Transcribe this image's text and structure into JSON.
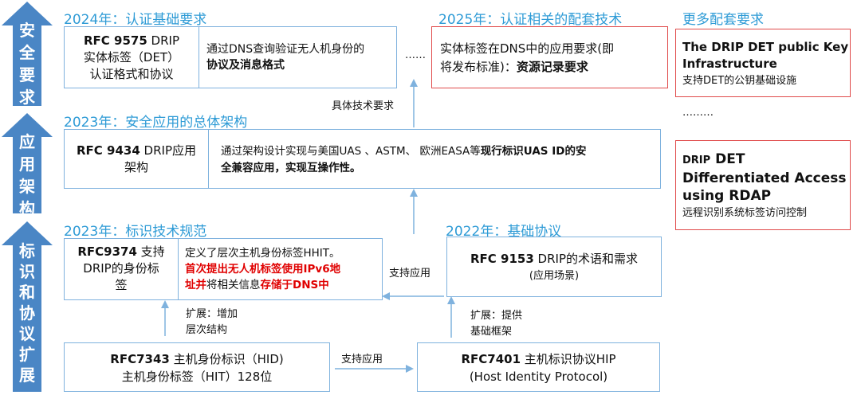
{
  "colors": {
    "accent": "#2e9bd6",
    "arrow": "#4a86c5",
    "box_border": "#7fb2de",
    "red": "#e00000",
    "red_border": "#e04b4b"
  },
  "side": {
    "security_chars": [
      "安",
      "全",
      "要",
      "求"
    ],
    "app_chars": [
      "应",
      "用",
      "架",
      "构"
    ],
    "id_chars": [
      "标",
      "识",
      "和",
      "协",
      "议",
      "扩",
      "展"
    ]
  },
  "titles": {
    "t2024": "2024年：认证基础要求",
    "t2025": "2025年：认证相关的配套技术",
    "more": "更多配套要求",
    "t2023_app": "2023年：安全应用的总体架构",
    "t2023_id": "2023年：标识技术规范",
    "t2022": "2022年：基础协议"
  },
  "rfc9575": {
    "name_bold": "RFC 9575",
    "name_rest": " DRIP",
    "line2": "实体标签（DET）",
    "line3": "认证格式和协议",
    "desc1": "通过DNS查询验证无人机身份的",
    "desc2": "协议及消息格式"
  },
  "ellipsis_mid": "……",
  "dns_box": {
    "line1": "实体标签在DNS中的应用要求(即",
    "line2_normal": "将发布标准)：",
    "line2_bold": "资源记录要求"
  },
  "pki_box": {
    "title1": "The DRIP DET public Key",
    "title2": "Infrastructure",
    "desc": "支持DET的公钥基础设施"
  },
  "ellipsis_right": "………",
  "rdap_box": {
    "title1_small": "DRIP",
    "title1_big": " DET",
    "title2": "Differentiated Access",
    "title3": "using RDAP",
    "desc": "远程识别系统标签访问控制"
  },
  "label_tech": "具体技术要求",
  "rfc9434": {
    "name_bold": "RFC 9434",
    "name_rest": " DRIP应用",
    "line2": "架构",
    "desc_normal": "通过架构设计实现与美国UAS 、ASTM、 欧洲EASA等",
    "desc_bold1": "现行标识UAS ID的安",
    "desc_bold2": "全兼容应用，实现互操作性。"
  },
  "rfc9374": {
    "name_bold": "RFC9374",
    "name_rest": " 支持",
    "line2": "DRIP的身份标",
    "line3": "签",
    "desc1": "定义了层次主机身份标签HHIT。",
    "desc2_red": "首次提出无人机标签使用IPv6地",
    "desc3_red1": "址并",
    "desc3_normal": "将相关信息",
    "desc3_red2": "存储于DNS中"
  },
  "label_support_mid": "支持应用",
  "rfc9153": {
    "name_bold": "RFC 9153",
    "name_rest": " DRIP的术语和需求",
    "line2": "(应用场景)"
  },
  "label_ext_left1": "扩展：增加",
  "label_ext_left2": "层次结构",
  "label_ext_right1": "扩展：提供",
  "label_ext_right2": "基础框架",
  "rfc7343": {
    "name_bold": "RFC7343",
    "name_rest": " 主机身份标识（HID)",
    "line2": "主机身份标签（HIT）128位"
  },
  "label_support_bottom": "支持应用",
  "rfc7401": {
    "name_bold": "RFC7401",
    "name_rest": " 主机标识协议HIP",
    "line2": "(Host Identity Protocol)"
  }
}
